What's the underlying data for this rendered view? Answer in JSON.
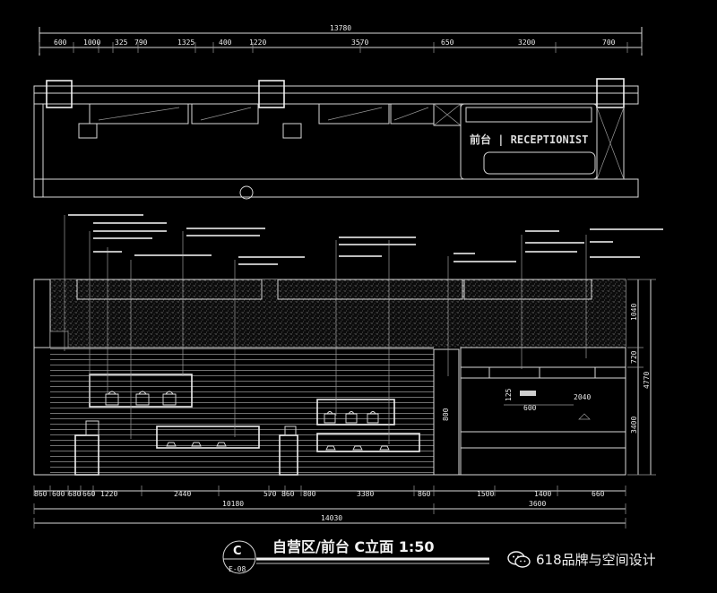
{
  "plan": {
    "overall_dimension": "13780",
    "segment_dimensions": [
      "600",
      "1000",
      "325",
      "790",
      "1325",
      "400",
      "1220",
      "3570",
      "650",
      "3200",
      "700"
    ],
    "reception_sign": "前台 | RECEPTIONIST"
  },
  "elevation": {
    "bottom_dims_row1": [
      "860",
      "600",
      "680",
      "660",
      "1220",
      "2440",
      "570",
      "860",
      "800",
      "3380",
      "860",
      "1500",
      "1400",
      "660"
    ],
    "bottom_dims_row2": [
      "10180",
      "3600"
    ],
    "bottom_dims_row3": "14030",
    "right_dims": [
      "1040",
      "720",
      "4770",
      "3400"
    ],
    "inner_dims": [
      "125",
      "2040",
      "600"
    ],
    "column_label": "800"
  },
  "title": {
    "text": "自营区/前台 C立面 1:50",
    "marker_letter": "C",
    "marker_sheet": "E-08"
  },
  "watermark": {
    "text": "618品牌与空间设计",
    "icon": "wechat-icon"
  },
  "colors": {
    "background": "#000000",
    "linework": "#d8d8d8"
  }
}
